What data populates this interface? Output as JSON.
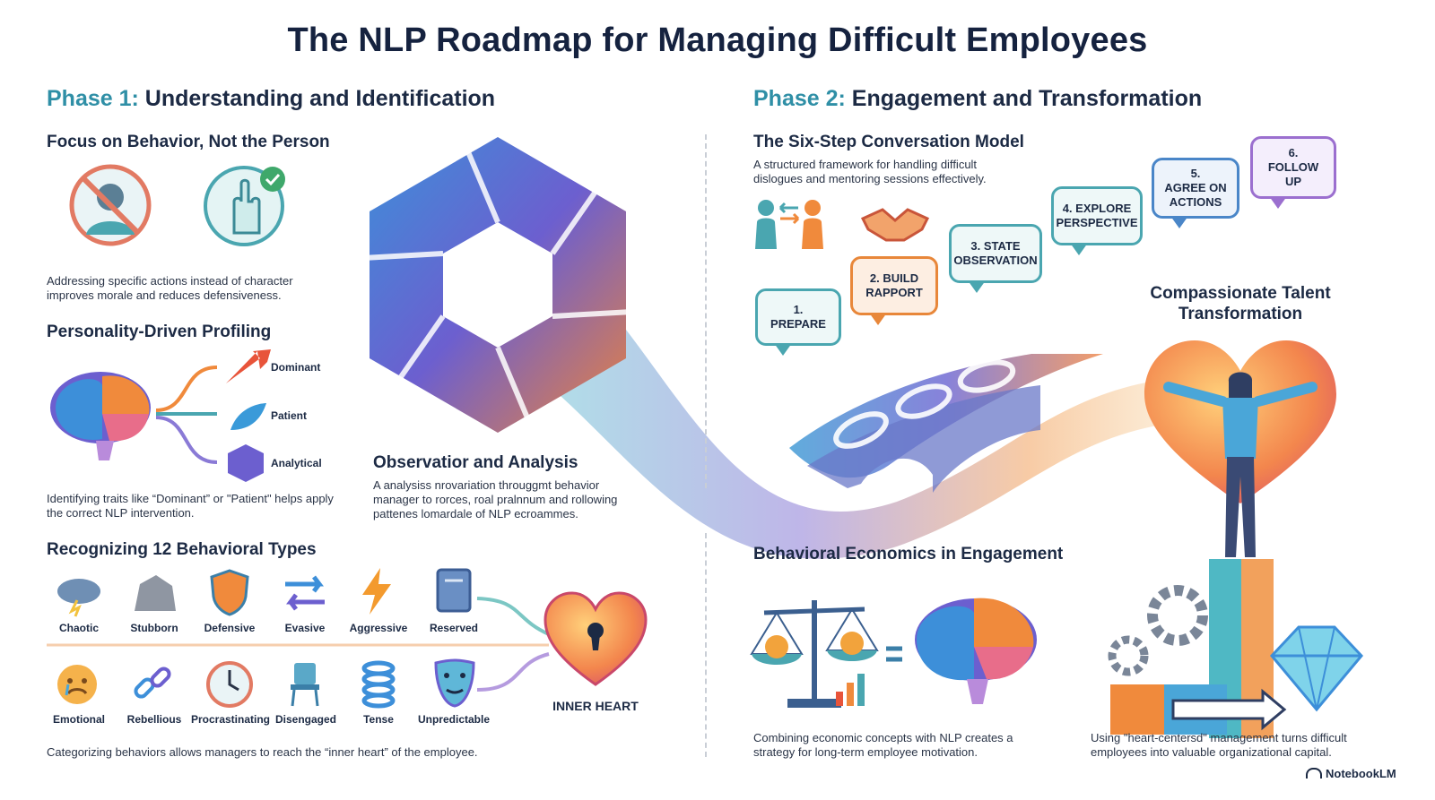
{
  "title": "The NLP Roadmap for Managing Difficult Employees",
  "phase1": {
    "prefix": "Phase 1:",
    "name": "Understanding and Identification",
    "focus": {
      "heading": "Focus on Behavior, Not the Person",
      "desc": "Addressing specific actions instead of character improves morale and reduces defensiveness."
    },
    "profiling": {
      "heading": "Personality-Driven Profiling",
      "traits": [
        "Dominant",
        "Patient",
        "Analytical"
      ],
      "desc": "Identifying traits like “Dominant” or \"Patient\" helps apply the correct NLP intervention."
    },
    "observation": {
      "heading": "Observatior and Analysis",
      "desc": "A analysiss nrovariation througgmt behavior manager to rorces, roal pralnnum and rollowing pattenes lomardale of NLP ecroammes."
    },
    "types": {
      "heading": "Recognizing 12 Behavioral Types",
      "row1": [
        "Chaotic",
        "Stubborn",
        "Defensive",
        "Evasive",
        "Aggressive",
        "Reserved"
      ],
      "row2": [
        "Emotional",
        "Rebellious",
        "Procrastinating",
        "Disengaged",
        "Tense",
        "Unpredictable"
      ],
      "heart_label": "INNER HEART",
      "desc": "Categorizing behaviors allows managers to reach the “inner heart” of the employee."
    }
  },
  "phase2": {
    "prefix": "Phase 2:",
    "name": "Engagement and Transformation",
    "model": {
      "heading": "The Six-Step Conversation Model",
      "desc": "A structured framework for handling difficult dislogues and mentoring sessions effectively.",
      "steps": [
        "1.\nPREPARE",
        "2. BUILD\nRAPPORT",
        "3. STATE\nOBSERVATION",
        "4. EXPLORE\nPERSPECTIVE",
        "5.\nAGREE ON\nACTIONS",
        "6.\nFOLLOW\nUP"
      ]
    },
    "economics": {
      "heading": "Behavioral Economics in Engagement",
      "desc": "Combining economic concepts with NLP creates a strategy for long-term employee motivation."
    },
    "transformation": {
      "heading": "Compassionate Talent Transformation",
      "desc": "Using \"heart-centersd\" management turns difficult employees into valuable organizational capital."
    }
  },
  "brand": "NotebookLM",
  "colors": {
    "accent_teal": "#2f8fa6",
    "heading_navy": "#1c2a44",
    "step_teal": "#4aa6b0",
    "step_orange": "#e8873a",
    "step_purple": "#9b6fcf"
  }
}
